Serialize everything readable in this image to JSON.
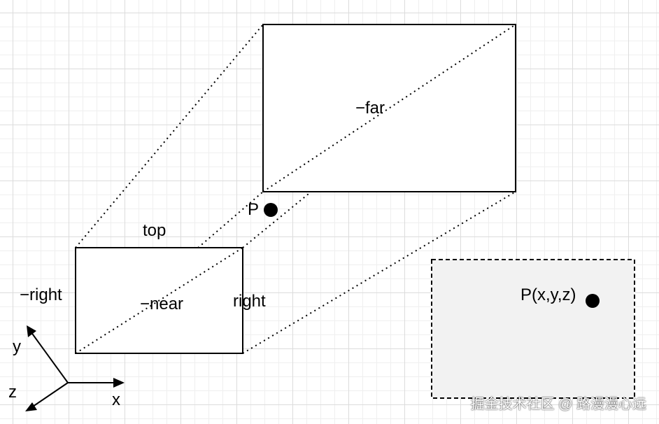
{
  "labels": {
    "far": "−far",
    "near": "−near",
    "top": "top",
    "right": "right",
    "neg_right": "−right",
    "point_p": "P",
    "point_pxyz": "P(x,y,z)",
    "axis_x": "x",
    "axis_y": "y",
    "axis_z": "z"
  },
  "watermark": "掘金技术社区 @ 路漫漫心远",
  "colors": {
    "stroke": "#000000",
    "background": "#ffffff",
    "grid_major": "#dcdcdc",
    "grid_minor": "#efefef",
    "screen_fill": "#f2f2f2"
  }
}
